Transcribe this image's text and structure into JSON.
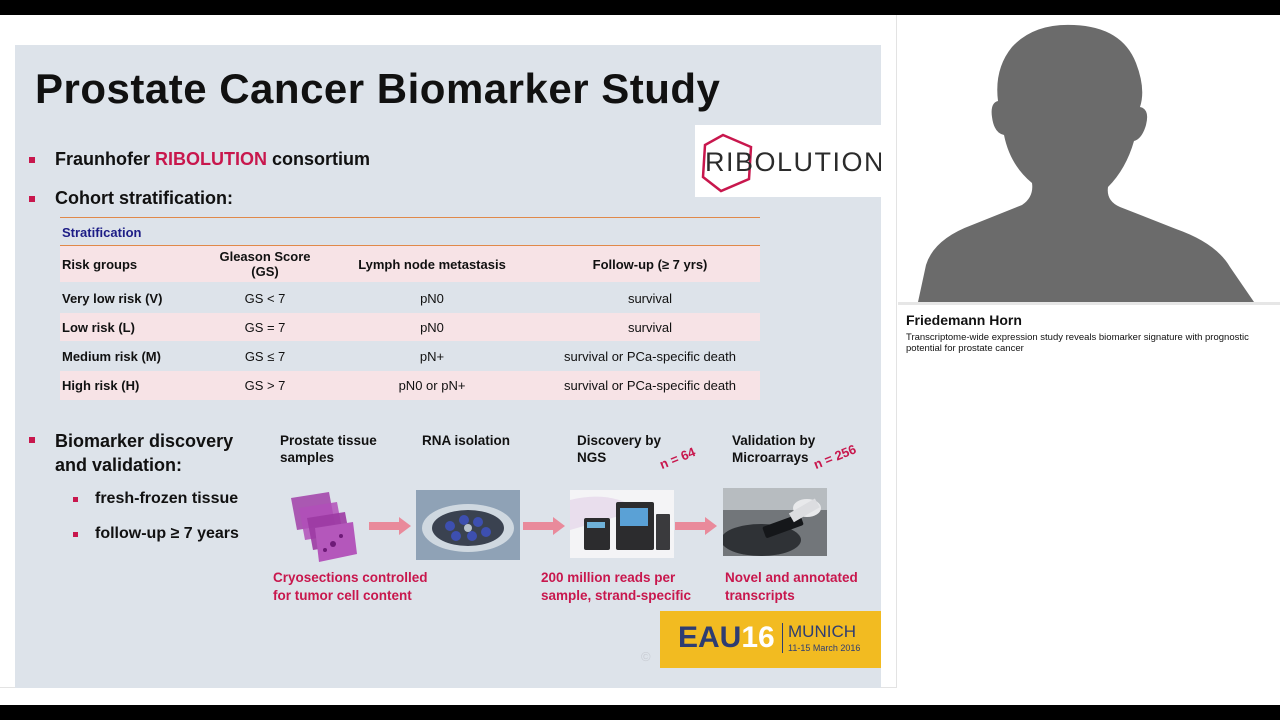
{
  "slide": {
    "title": "Prostate Cancer Biomarker Study",
    "logo_text": "RIBOLUTION",
    "bullet1_prefix": "Fraunhofer ",
    "bullet1_highlight": "RIBOLUTION",
    "bullet1_suffix": " consortium",
    "bullet2": "Cohort stratification:",
    "table": {
      "section_header": "Stratification",
      "headers": [
        "Risk groups",
        "Gleason Score (GS)",
        "Lymph node metastasis",
        "Follow-up (≥ 7 yrs)"
      ],
      "rows": [
        [
          "Very low risk (V)",
          "GS < 7",
          "pN0",
          "survival"
        ],
        [
          "Low risk (L)",
          "GS = 7",
          "pN0",
          "survival"
        ],
        [
          "Medium risk (M)",
          "GS ≤ 7",
          "pN+",
          "survival or PCa-specific death"
        ],
        [
          "High risk (H)",
          "GS > 7",
          "pN0 or pN+",
          "survival or PCa-specific death"
        ]
      ]
    },
    "bullet3_line1": "Biomarker discovery",
    "bullet3_line2": "and validation:",
    "sub_bullets": [
      "fresh-frozen tissue",
      "follow-up ≥ 7 years"
    ],
    "workflow": {
      "steps": [
        {
          "label_line1": "Prostate tissue",
          "label_line2": "samples"
        },
        {
          "label_line1": "RNA isolation",
          "label_line2": ""
        },
        {
          "label_line1": "Discovery by",
          "label_line2": "NGS"
        },
        {
          "label_line1": "Validation by",
          "label_line2": "Microarrays"
        }
      ],
      "n_discovery": "n = 64",
      "n_validation": "n = 256",
      "captions": [
        {
          "line1": "Cryosections controlled",
          "line2": "for tumor cell content"
        },
        {
          "line1": "200 million reads per",
          "line2": "sample, strand-specific"
        },
        {
          "line1": "Novel and annotated",
          "line2": "transcripts"
        }
      ]
    },
    "congress": {
      "name": "EAU",
      "year": "16",
      "city": "MUNICH",
      "dates": "11-15 March 2016"
    },
    "copyright": "©"
  },
  "speaker": {
    "name": "Friedemann Horn",
    "talk_title": "Transcriptome-wide expression study reveals biomarker signature with prognostic potential for prostate cancer"
  },
  "colors": {
    "accent": "#c8174d",
    "slide_bg": "#dde3ea",
    "table_pink": "#f7e3e6",
    "congress_yellow": "#f2bb21"
  }
}
